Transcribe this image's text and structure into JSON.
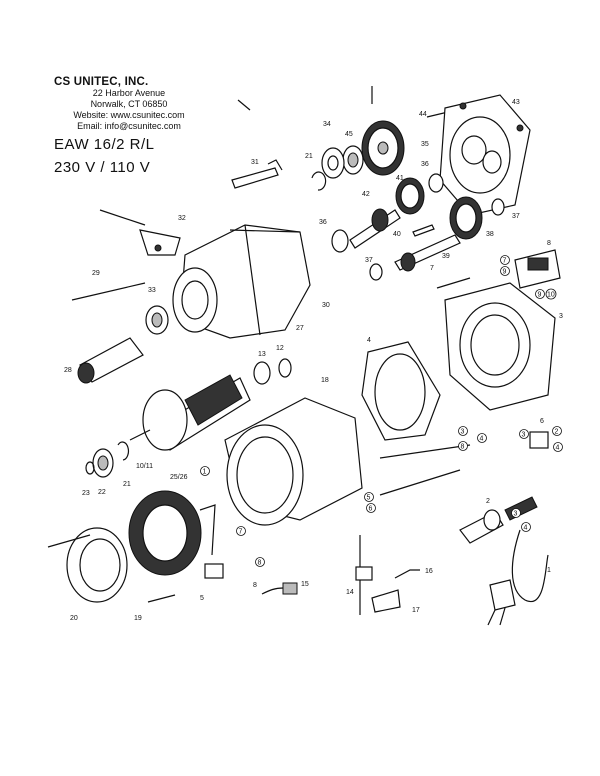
{
  "header": {
    "company": "CS UNITEC, INC.",
    "address1": "22 Harbor Avenue",
    "address2": "Norwalk, CT 06850",
    "website": "Website: www.csunitec.com",
    "email": "Email: info@csunitec.com",
    "model": "EAW 16/2 R/L",
    "voltage": "230 V / 110 V"
  },
  "callouts": [
    {
      "id": "p1",
      "label": "1"
    },
    {
      "id": "p2",
      "label": "2"
    },
    {
      "id": "p3",
      "label": "3"
    },
    {
      "id": "p4",
      "label": "4"
    },
    {
      "id": "p5",
      "label": "5"
    },
    {
      "id": "p6",
      "label": "6"
    },
    {
      "id": "p7",
      "label": "7"
    },
    {
      "id": "p8",
      "label": "8"
    },
    {
      "id": "p9",
      "label": "9"
    },
    {
      "id": "p10",
      "label": "10"
    },
    {
      "id": "p1011",
      "label": "10/11"
    },
    {
      "id": "p12",
      "label": "12"
    },
    {
      "id": "p13",
      "label": "13"
    },
    {
      "id": "p14",
      "label": "14"
    },
    {
      "id": "p15",
      "label": "15"
    },
    {
      "id": "p16",
      "label": "16"
    },
    {
      "id": "p17",
      "label": "17"
    },
    {
      "id": "p18",
      "label": "18"
    },
    {
      "id": "p19",
      "label": "19"
    },
    {
      "id": "p20",
      "label": "20"
    },
    {
      "id": "p21",
      "label": "21"
    },
    {
      "id": "p22",
      "label": "22"
    },
    {
      "id": "p23",
      "label": "23"
    },
    {
      "id": "p2526",
      "label": "25/26"
    },
    {
      "id": "p27",
      "label": "27"
    },
    {
      "id": "p28",
      "label": "28"
    },
    {
      "id": "p29",
      "label": "29"
    },
    {
      "id": "p30",
      "label": "30"
    },
    {
      "id": "p31",
      "label": "31"
    },
    {
      "id": "p32",
      "label": "32"
    },
    {
      "id": "p33",
      "label": "33"
    },
    {
      "id": "p34",
      "label": "34"
    },
    {
      "id": "p35",
      "label": "35"
    },
    {
      "id": "p36",
      "label": "36"
    },
    {
      "id": "p37",
      "label": "37"
    },
    {
      "id": "p38",
      "label": "38"
    },
    {
      "id": "p39",
      "label": "39"
    },
    {
      "id": "p40",
      "label": "40"
    },
    {
      "id": "p41",
      "label": "41"
    },
    {
      "id": "p42",
      "label": "42"
    },
    {
      "id": "p43",
      "label": "43"
    },
    {
      "id": "p44",
      "label": "44"
    },
    {
      "id": "p45",
      "label": "45"
    }
  ]
}
